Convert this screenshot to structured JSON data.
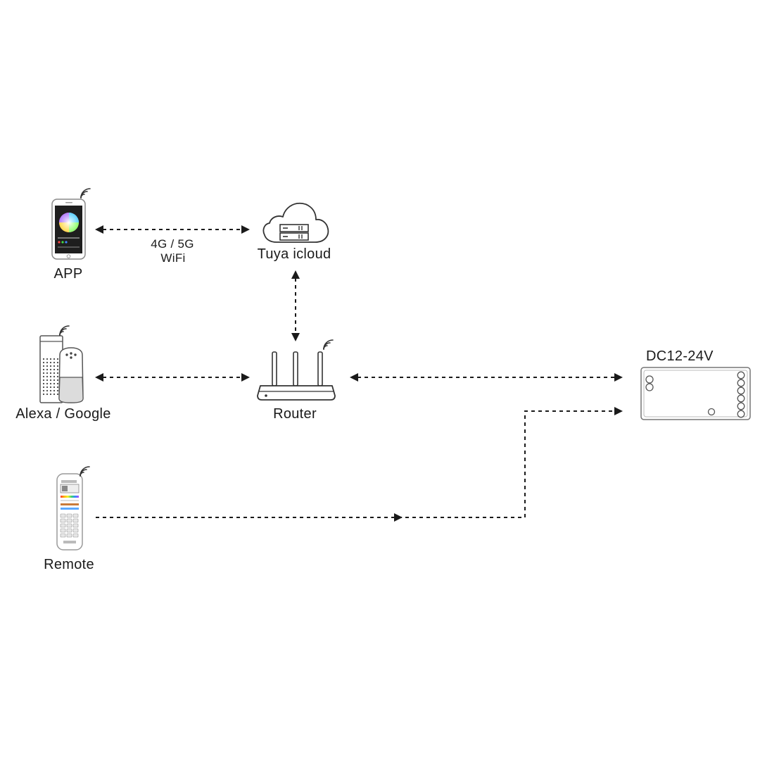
{
  "nodes": {
    "app": {
      "label": "APP"
    },
    "cloud": {
      "label": "Tuya icloud"
    },
    "assistant": {
      "label": "Alexa / Google"
    },
    "router": {
      "label": "Router"
    },
    "remote": {
      "label": "Remote"
    },
    "controller": {
      "label": "DC12-24V"
    }
  },
  "links": {
    "app_cloud": {
      "line1": "4G / 5G",
      "line2": "WiFi"
    }
  },
  "colors": {
    "line": "#1a1a1a",
    "outline": "#555555",
    "device_fill": "#f4f4f4"
  }
}
